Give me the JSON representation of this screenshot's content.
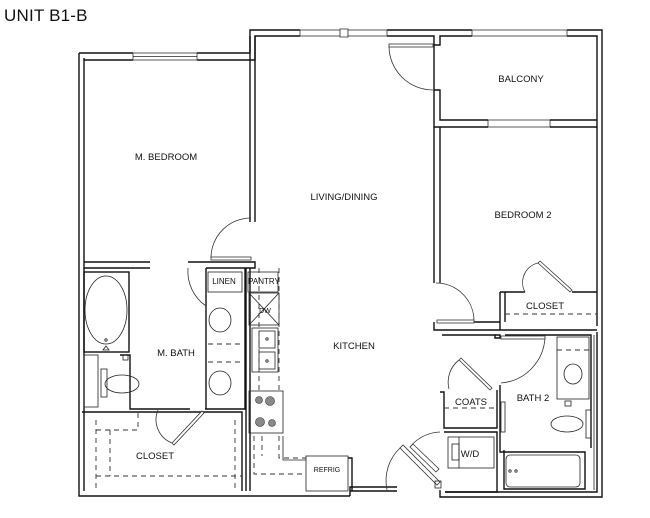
{
  "plan": {
    "title": "UNIT B1-B",
    "rooms": {
      "master_bedroom": "M. BEDROOM",
      "living_dining": "LIVING/DINING",
      "balcony": "BALCONY",
      "bedroom_2": "BEDROOM 2",
      "closet_bed2": "CLOSET",
      "linen": "LINEN",
      "pantry": "PANTRY",
      "dishwasher": "DW",
      "master_bath": "M. BATH",
      "kitchen": "KITCHEN",
      "coats": "COATS",
      "bath_2": "BATH 2",
      "closet_master": "CLOSET",
      "washer_dryer": "W/D",
      "refrigerator": "REFRIG"
    }
  }
}
